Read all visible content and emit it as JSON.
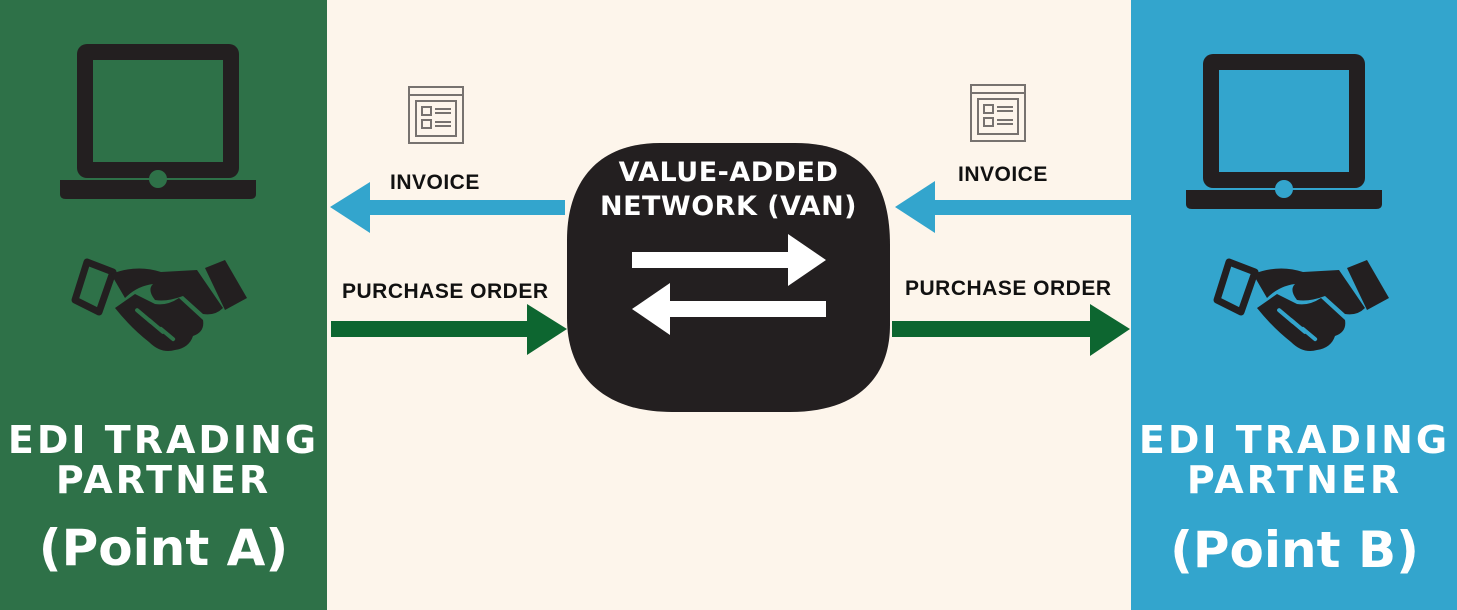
{
  "colors": {
    "background": "#fdf5eb",
    "point_a_panel": "#2e7148",
    "point_b_panel": "#33a5cd",
    "invoice_arrow": "#33a5cd",
    "purchase_order_arrow": "#0d6630",
    "van_shape": "#231f20",
    "icon_dark": "#231f20"
  },
  "partner_a": {
    "title_line1": "EDI TRADING",
    "title_line2": "PARTNER",
    "point": "(Point A)",
    "icons": [
      "laptop-icon",
      "handshake-icon"
    ]
  },
  "partner_b": {
    "title_line1": "EDI TRADING",
    "title_line2": "PARTNER",
    "point": "(Point B)",
    "icons": [
      "laptop-icon",
      "handshake-icon"
    ]
  },
  "van": {
    "title_line1": "VALUE-ADDED",
    "title_line2": "NETWORK (VAN)",
    "icons": [
      "exchange-arrows-icon"
    ]
  },
  "flows": {
    "left_invoice": "INVOICE",
    "left_purchase_order": "PURCHASE ORDER",
    "right_invoice": "INVOICE",
    "right_purchase_order": "PURCHASE ORDER"
  },
  "document_icons": [
    "invoice-document-icon",
    "invoice-document-icon"
  ]
}
